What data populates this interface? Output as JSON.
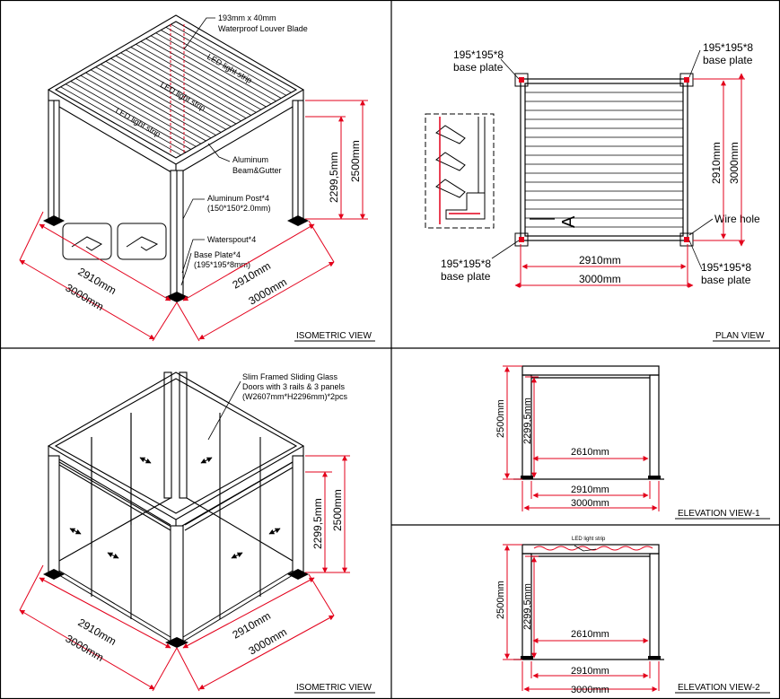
{
  "views": {
    "iso1_title": "ISOMETRIC VIEW",
    "plan_title": "PLAN VIEW",
    "iso2_title": "ISOMETRIC VIEW",
    "elev1_title": "ELEVATION VIEW-1",
    "elev2_title": "ELEVATION VIEW-2"
  },
  "iso1": {
    "blade_note_1": "193mm x 40mm",
    "blade_note_2": "Waterproof Louver Blade",
    "beam_note_1": "Aluminum",
    "beam_note_2": "Beam&Gutter",
    "post_note_1": "Aluminum Post*4",
    "post_note_2": "(150*150*2.0mm)",
    "spout_note": "Waterspout*4",
    "plate_note_1": "Base Plate*4",
    "plate_note_2": "(195*195*8mm)",
    "led_1": "LED light strip",
    "led_2": "LED light strip",
    "led_3": "LED light strip",
    "dim_h_inner": "2299,5mm",
    "dim_h_outer": "2500mm",
    "dim_left_inner": "2910mm",
    "dim_left_outer": "3000mm",
    "dim_right_inner": "2910mm",
    "dim_right_outer": "3000mm"
  },
  "plan": {
    "plate_tl_1": "195*195*8",
    "plate_tl_2": "base plate",
    "plate_tr_1": "195*195*8",
    "plate_tr_2": "base plate",
    "plate_bl_1": "195*195*8",
    "plate_bl_2": "base plate",
    "plate_br_1": "195*195*8",
    "plate_br_2": "base plate",
    "wire_hole": "Wire hole",
    "section_mark": "A",
    "dim_w_inner": "2910mm",
    "dim_w_outer": "3000mm",
    "dim_d_inner": "2910mm",
    "dim_d_outer": "3000mm"
  },
  "iso2": {
    "door_note_1": "Slim Framed Sliding Glass",
    "door_note_2": "Doors with 3 rails & 3 panels",
    "door_note_3": "(W2607mm*H2296mm)*2pcs",
    "dim_h_inner": "2299,5mm",
    "dim_h_outer": "2500mm",
    "dim_left_inner": "2910mm",
    "dim_left_outer": "3000mm",
    "dim_right_inner": "2910mm",
    "dim_right_outer": "3000mm"
  },
  "elev1": {
    "dim_h_outer": "2500mm",
    "dim_h_inner": "2299,5mm",
    "dim_clear": "2610mm",
    "dim_inner": "2910mm",
    "dim_outer": "3000mm"
  },
  "elev2": {
    "led": "LED light strip",
    "dim_h_outer": "2500mm",
    "dim_h_inner": "2299,5mm",
    "dim_clear": "2610mm",
    "dim_inner": "2910mm",
    "dim_outer": "3000mm"
  },
  "colors": {
    "dimension": "#e3001b",
    "line": "#000000"
  }
}
